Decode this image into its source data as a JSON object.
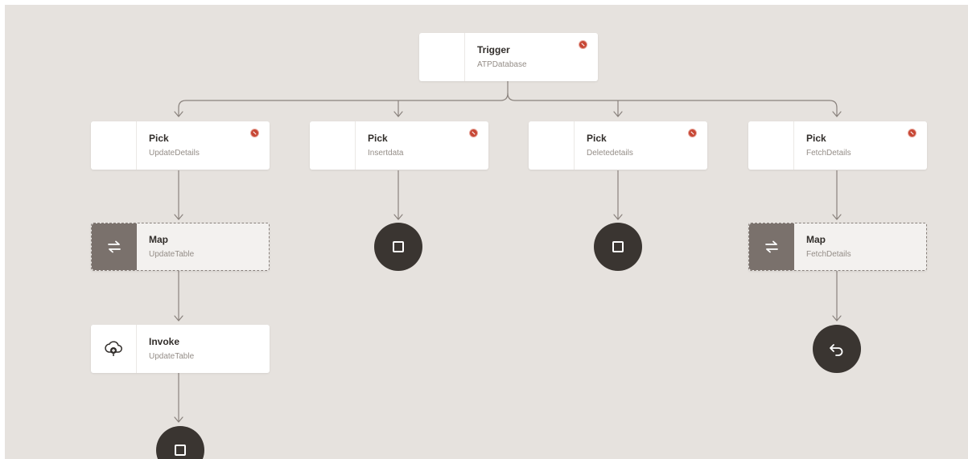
{
  "colors": {
    "canvas_bg": "#e6e2de",
    "node_bg": "#ffffff",
    "map_bg": "#f3f1ef",
    "map_icon_bg": "#7a716c",
    "end_node_bg": "#3a3531",
    "connector": "#8a827d",
    "error_dot": "#c74634"
  },
  "trigger": {
    "title": "Trigger",
    "subtitle": "ATPDatabase",
    "error_icon": "error-icon"
  },
  "branches": [
    {
      "pick": {
        "title": "Pick",
        "subtitle": "UpdateDetails"
      },
      "map": {
        "title": "Map",
        "subtitle": "UpdateTable",
        "icon": "swap-arrows-icon"
      },
      "invoke": {
        "title": "Invoke",
        "subtitle": "UpdateTable",
        "icon": "cloud-connection-icon"
      },
      "end": "stop-icon"
    },
    {
      "pick": {
        "title": "Pick",
        "subtitle": "Insertdata"
      },
      "end": "stop-icon"
    },
    {
      "pick": {
        "title": "Pick",
        "subtitle": "Deletedetails"
      },
      "end": "stop-icon"
    },
    {
      "pick": {
        "title": "Pick",
        "subtitle": "FetchDetails"
      },
      "map": {
        "title": "Map",
        "subtitle": "FetchDetails",
        "icon": "swap-arrows-icon"
      },
      "end": "return-icon"
    }
  ]
}
